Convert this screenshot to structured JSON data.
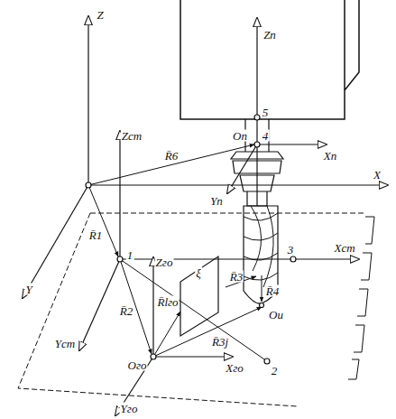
{
  "diagram": {
    "labels": [
      "Z",
      "X",
      "Y",
      "Zст",
      "Yст",
      "Xст",
      "Zп",
      "Xп",
      "Yп",
      "Oп",
      "4",
      "5",
      "R̄6",
      "R̄1",
      "1",
      "Zго",
      "R̄2",
      "R̄lго",
      "Oго",
      "Xго",
      "Yго",
      "R̄3j",
      "2",
      "3",
      "ξ",
      "R̄3",
      "R̄4",
      "Oи"
    ]
  }
}
